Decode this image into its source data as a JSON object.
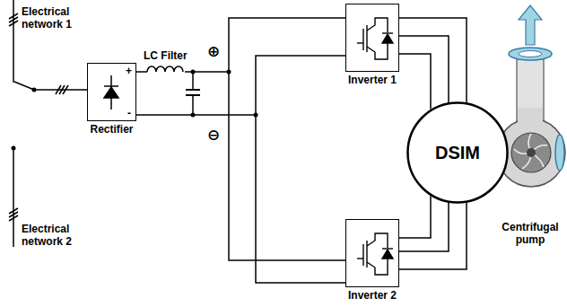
{
  "diagram": {
    "nodes": [
      {
        "text": [
          "Rectifier",
          "+",
          "-"
        ]
      },
      {
        "text": [
          "Inverter 1"
        ]
      },
      {
        "text": [
          "Inverter 2"
        ]
      },
      {
        "text": [
          "DSIM"
        ]
      }
    ],
    "edges": [
      {
        "from": 0,
        "to": 1,
        "arrow": "none"
      },
      {
        "from": 0,
        "to": 2,
        "arrow": "none"
      },
      {
        "from": 1,
        "to": 3,
        "arrow": "none"
      },
      {
        "from": 2,
        "to": 3,
        "arrow": "none"
      }
    ],
    "labels": [
      "Electrical network 1",
      "Electrical network 2",
      "LC Filter",
      "⊕",
      "⊖",
      "Centrifugal pump"
    ]
  }
}
